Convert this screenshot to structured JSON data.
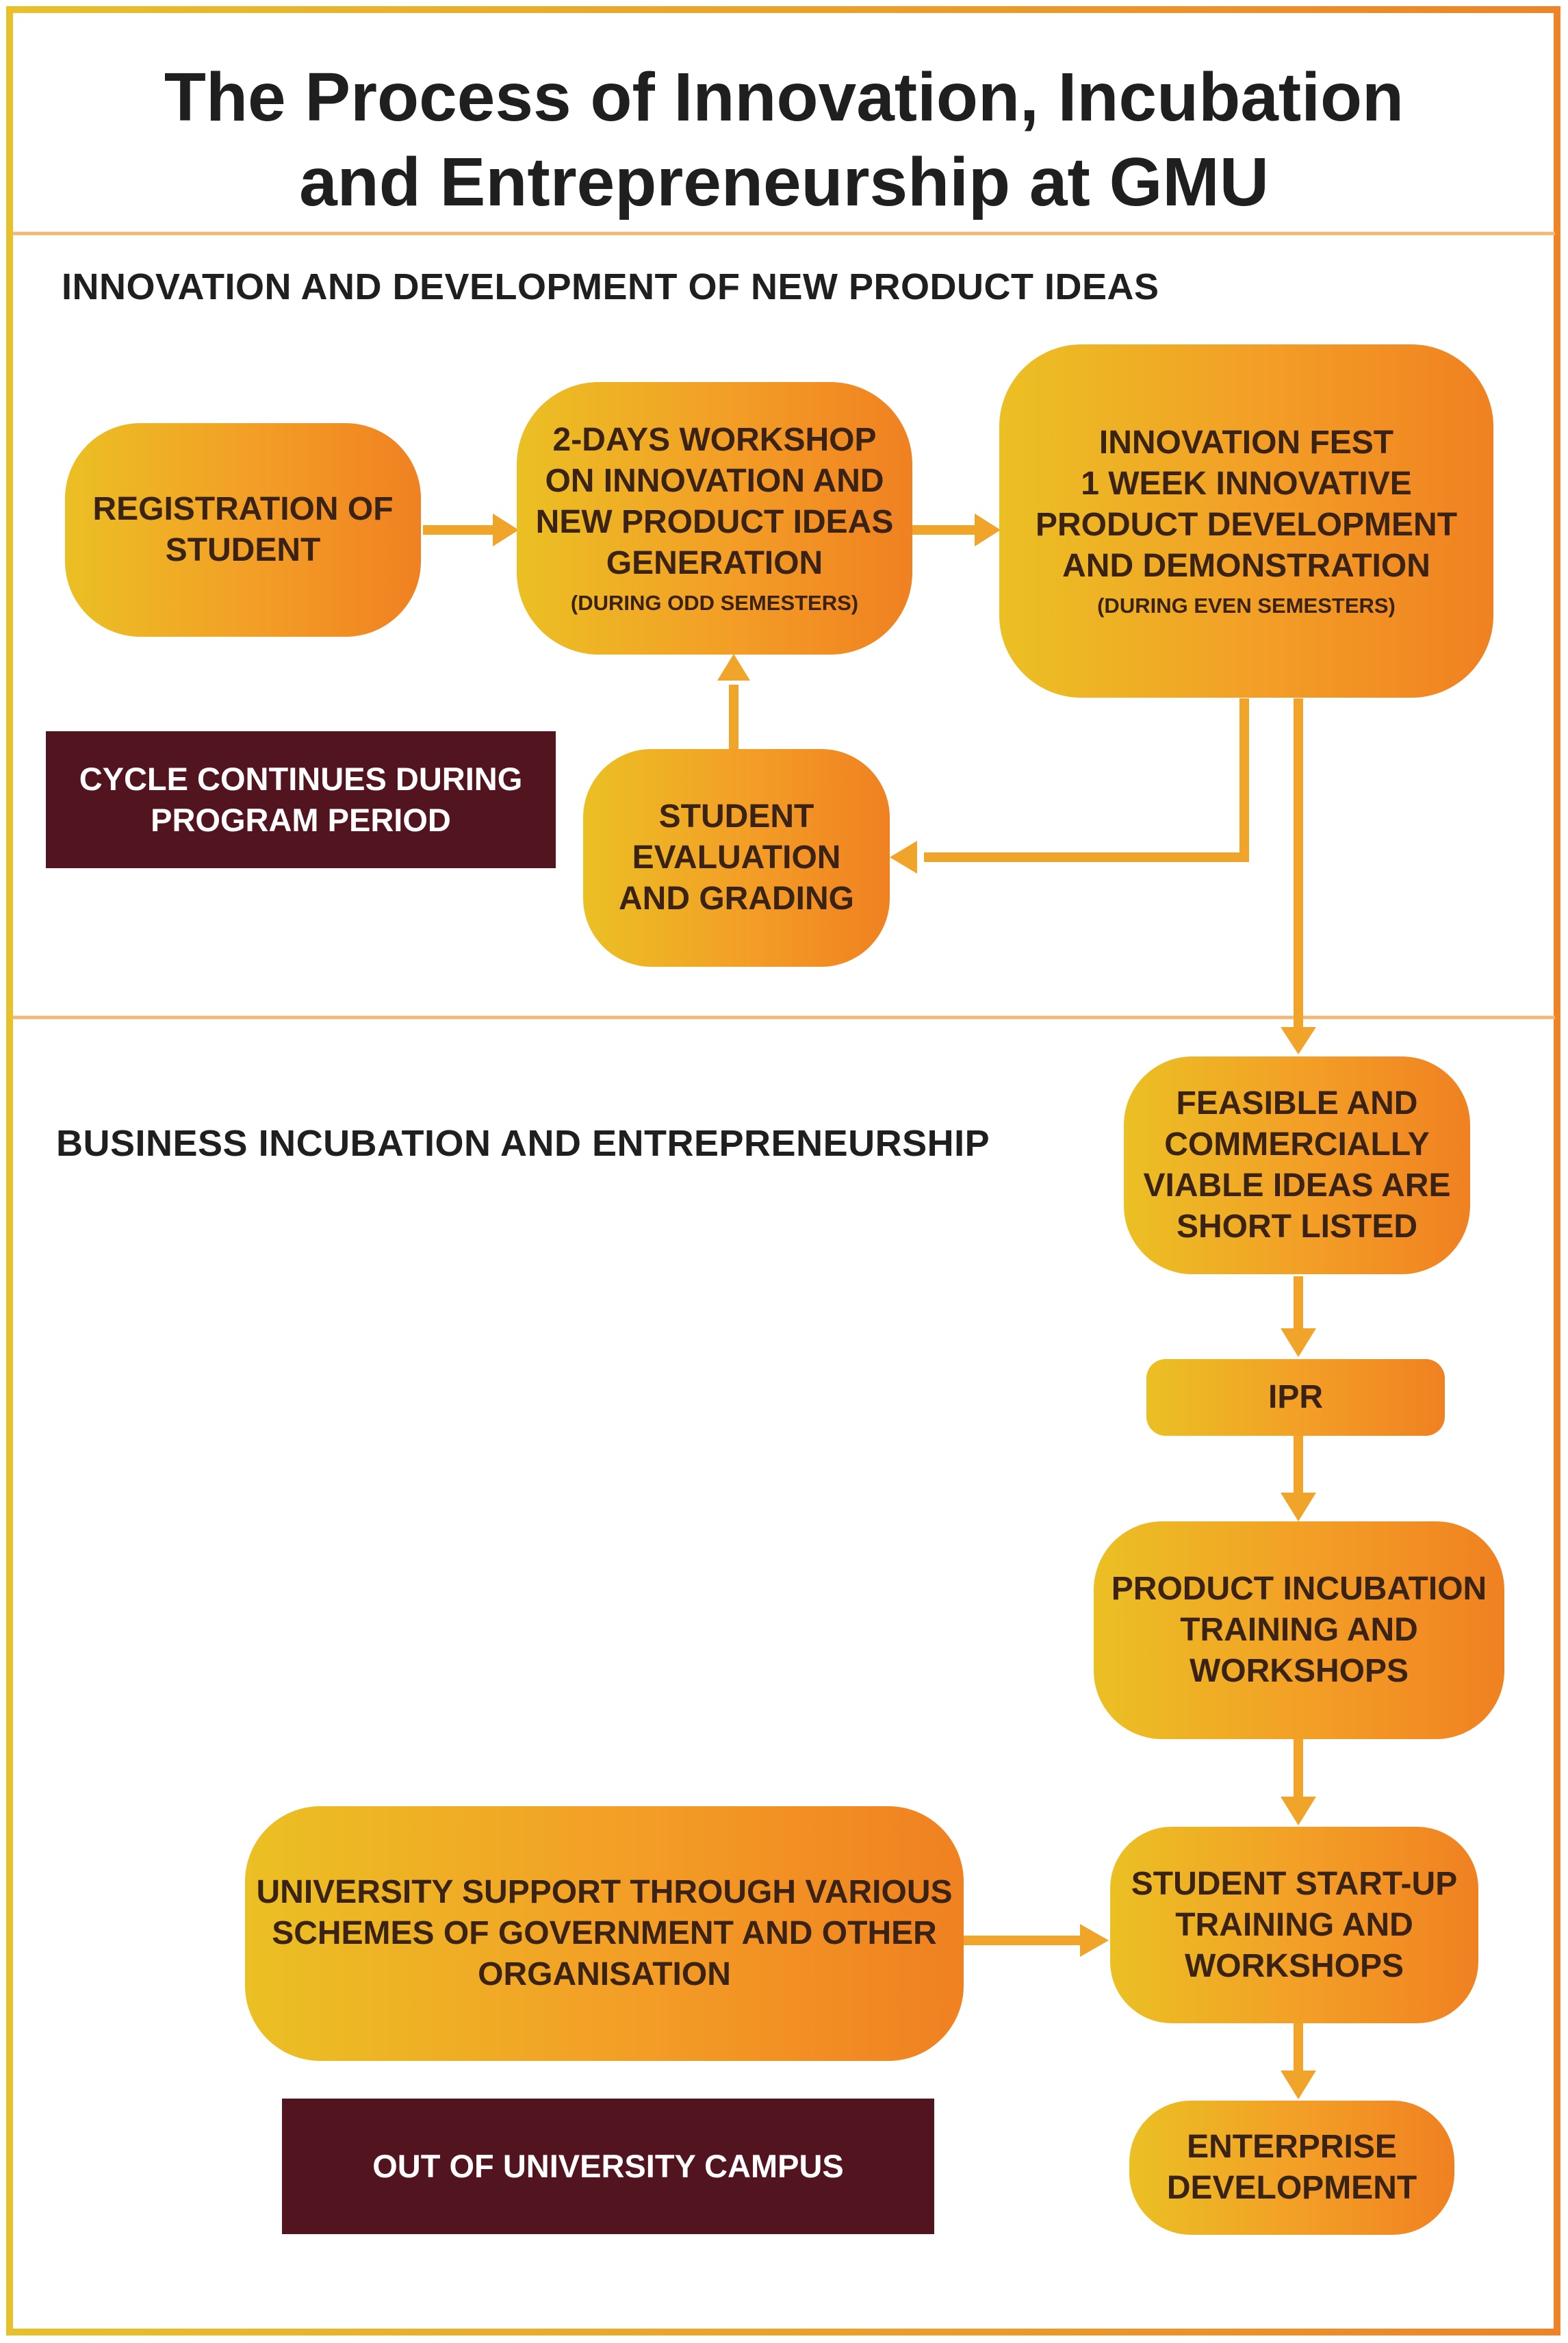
{
  "title": {
    "line1": "The Process of Innovation, Incubation",
    "line2": "and Entrepreneurship at GMU"
  },
  "sections": {
    "innovation": "INNOVATION AND DEVELOPMENT OF NEW PRODUCT IDEAS",
    "business": "BUSINESS INCUBATION AND ENTREPRENEURSHIP"
  },
  "nodes": {
    "registration": {
      "lines": [
        "REGISTRATION OF",
        "STUDENT"
      ]
    },
    "workshop": {
      "lines": [
        "2-DAYS WORKSHOP",
        "ON INNOVATION AND",
        "NEW PRODUCT IDEAS",
        "GENERATION"
      ],
      "note": "(DURING ODD SEMESTERS)"
    },
    "fest": {
      "lines": [
        "INNOVATION FEST",
        "1 WEEK INNOVATIVE",
        "PRODUCT DEVELOPMENT",
        "AND DEMONSTRATION"
      ],
      "note": "(DURING EVEN SEMESTERS)"
    },
    "evaluation": {
      "lines": [
        "STUDENT",
        "EVALUATION",
        "AND GRADING"
      ]
    },
    "feasible": {
      "lines": [
        "FEASIBLE AND",
        "COMMERCIALLY",
        "VIABLE IDEAS ARE",
        "SHORT LISTED"
      ]
    },
    "ipr": {
      "lines": [
        "IPR"
      ]
    },
    "incubation": {
      "lines": [
        "PRODUCT INCUBATION",
        "TRAINING AND",
        "WORKSHOPS"
      ]
    },
    "startup": {
      "lines": [
        "STUDENT START-UP",
        "TRAINING AND",
        "WORKSHOPS"
      ]
    },
    "enterprise": {
      "lines": [
        "ENTERPRISE",
        "DEVELOPMENT"
      ]
    },
    "university": {
      "lines": [
        "UNIVERSITY SUPPORT THROUGH VARIOUS",
        "SCHEMES OF GOVERNMENT AND OTHER",
        "ORGANISATION"
      ]
    }
  },
  "labels": {
    "cycle": {
      "lines": [
        "CYCLE CONTINUES DURING",
        "PROGRAM PERIOD"
      ]
    },
    "campus": {
      "lines": [
        "OUT OF UNIVERSITY CAMPUS"
      ]
    }
  },
  "colors": {
    "frame_left": "#e8c02a",
    "frame_right": "#ee8427",
    "box_start": "#ebc024",
    "box_end": "#f08121",
    "arrow": "#f0a42a",
    "label_bg": "#521520",
    "divider": "#efb873"
  }
}
